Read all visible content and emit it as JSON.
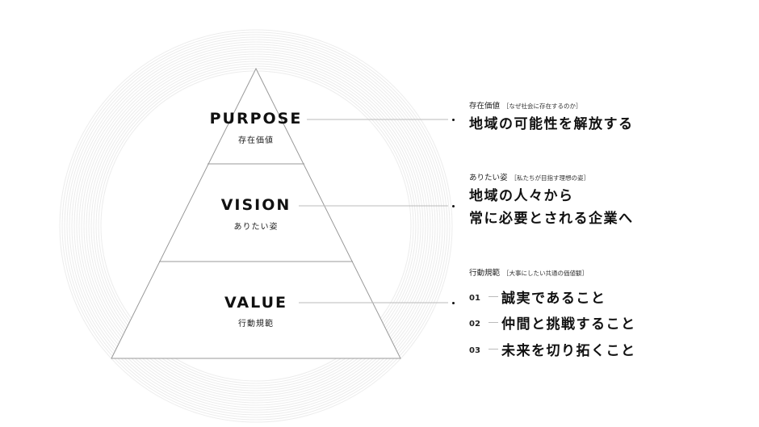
{
  "pyramid": {
    "tiers": [
      {
        "title": "PURPOSE",
        "subtitle": "存在価値"
      },
      {
        "title": "VISION",
        "subtitle": "ありたい姿"
      },
      {
        "title": "VALUE",
        "subtitle": "行動規範"
      }
    ]
  },
  "purpose": {
    "caption": "存在価値",
    "caption_note": "［なぜ社会に存在するのか］",
    "statement": "地域の可能性を解放する"
  },
  "vision": {
    "caption": "ありたい姿",
    "caption_note": "［私たちが目指す理想の姿］",
    "line1": "地域の人々から",
    "line2": "常に必要とされる企業へ"
  },
  "value": {
    "caption": "行動規範",
    "caption_note": "［大事にしたい共通の価値観］",
    "items": [
      {
        "num": "01",
        "text": "誠実であること"
      },
      {
        "num": "02",
        "text": "仲間と挑戦すること"
      },
      {
        "num": "03",
        "text": "未来を切り拓くこと"
      }
    ]
  },
  "colors": {
    "ring": "#ececec",
    "line": "#9a9a9a",
    "text": "#111111"
  }
}
